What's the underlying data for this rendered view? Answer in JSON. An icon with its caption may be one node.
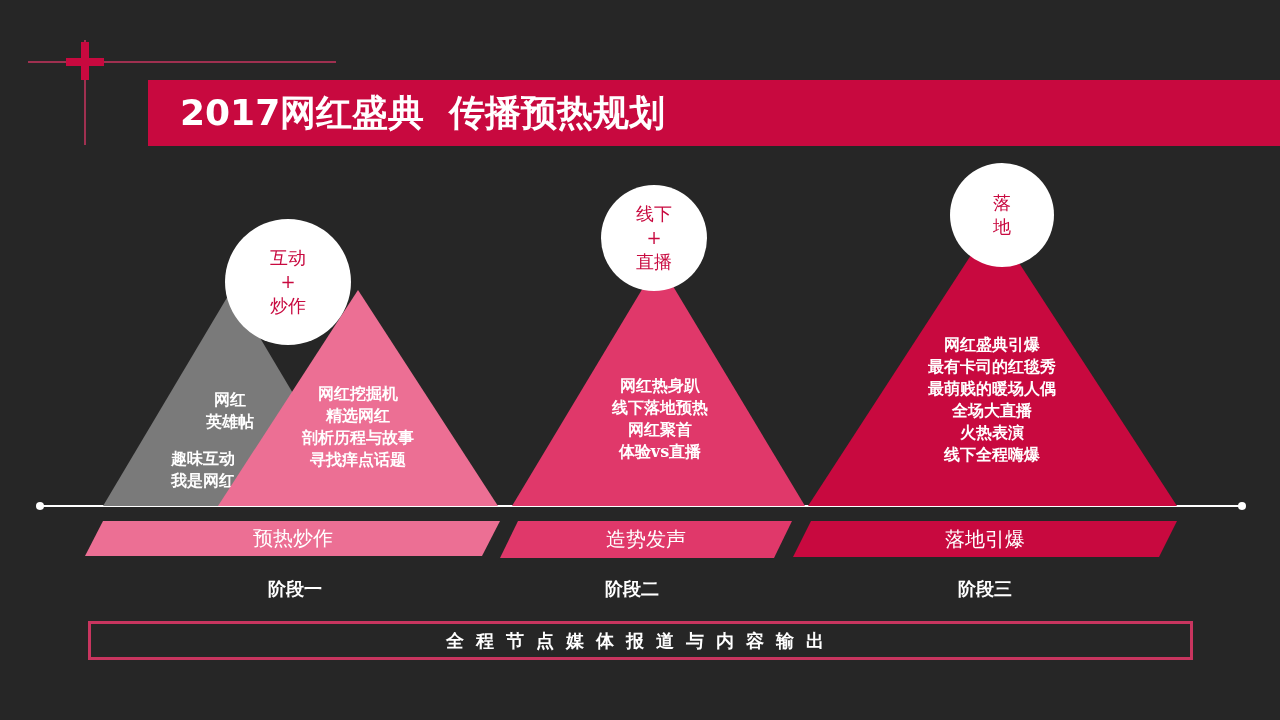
{
  "diagram": {
    "title": "2017网红盛典  传播预热规划",
    "nodes": [
      {
        "text": [
          "网红",
          "英雄帖",
          "趣味互动",
          "我是网红"
        ]
      },
      {
        "text": [
          "网红挖掘机",
          "精选网红",
          "剖析历程与故事",
          "寻找痒点话题"
        ]
      },
      {
        "text": [
          "互动",
          "+",
          "炒作"
        ]
      },
      {
        "text": [
          "网红热身趴",
          "线下落地预热",
          "网红聚首",
          "体验vs直播"
        ]
      },
      {
        "text": [
          "线下",
          "+",
          "直播"
        ]
      },
      {
        "text": [
          "网红盛典引爆",
          "最有卡司的红毯秀",
          "最萌贱的暖场人偶",
          "全场大直播",
          "火热表演",
          "线下全程嗨爆"
        ]
      },
      {
        "text": [
          "落",
          "地"
        ]
      },
      {
        "text": [
          "预热炒作"
        ]
      },
      {
        "text": [
          "造势发声"
        ]
      },
      {
        "text": [
          "落地引爆"
        ]
      },
      {
        "text": [
          "全程节点媒体报道与内容输出"
        ]
      }
    ],
    "labels": [
      "阶段一",
      "阶段二",
      "阶段三"
    ]
  }
}
